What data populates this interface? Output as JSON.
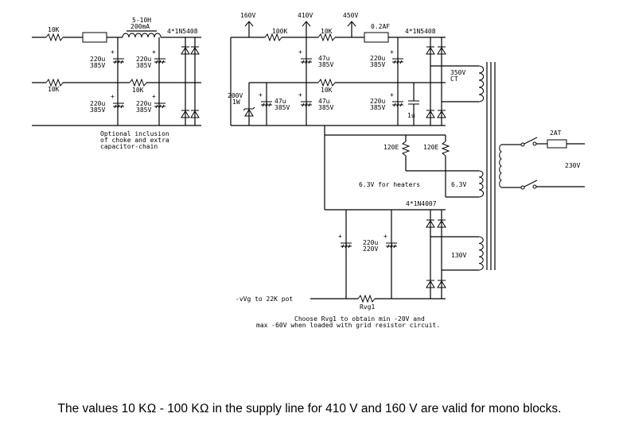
{
  "labels": {
    "res_10k_top_left": "10K",
    "res_10k_mid_left": "10K",
    "choke": "5-10H",
    "choke_current": "200mA",
    "diodes_left": "4*1N5408",
    "cap_left_1a": "220u",
    "cap_left_1b": "385V",
    "cap_left_2a": "220u",
    "cap_left_2b": "385V",
    "cap_left_3a": "220u",
    "cap_left_3b": "385V",
    "cap_left_4a": "220u",
    "cap_left_4b": "385V",
    "res_10k_center_left": "10K",
    "optional_1": "Optional inclusion",
    "optional_2": "of choke and extra",
    "optional_3": "capacitor-chain",
    "v160": "160V",
    "v410": "410V",
    "v450": "450V",
    "res_100k": "100K",
    "res_10k_mid": "10K",
    "fuse_02": "0.2AF",
    "diodes_right": "4*1N5408",
    "cap_47_a": "47u",
    "cap_47_b": "385V",
    "cap_220_r1a": "220u",
    "cap_220_r1b": "385V",
    "res_10k_second": "10K",
    "zener_a": "200V",
    "zener_b": "1W",
    "cap_47_c": "47u",
    "cap_47_d": "385V",
    "cap_47_e": "47u",
    "cap_47_f": "385V",
    "cap_220_r2a": "220u",
    "cap_220_r2b": "385V",
    "cap_1u": "1u",
    "sec_350_a": "350V",
    "sec_350_b": "CT",
    "res_120e_1": "120E",
    "res_120e_2": "120E",
    "heaters": "6.3V for heaters",
    "sec_63": "6.3V",
    "fuse_2at": "2AT",
    "mains": "230V",
    "diodes_bias": "4*1N4007",
    "cap_bias_a": "220u",
    "cap_bias_b": "220V",
    "sec_130": "130V",
    "bias_out": "-vVg to 22K pot",
    "rvg1": "Rvg1",
    "choose_1": "Choose Rvg1 to obtain min -20V and",
    "choose_2": "max -60V when loaded with grid resistor circuit."
  },
  "caption": "The values 10 KΩ - 100 KΩ in the supply line for 410 V and 160 V are valid for mono blocks."
}
